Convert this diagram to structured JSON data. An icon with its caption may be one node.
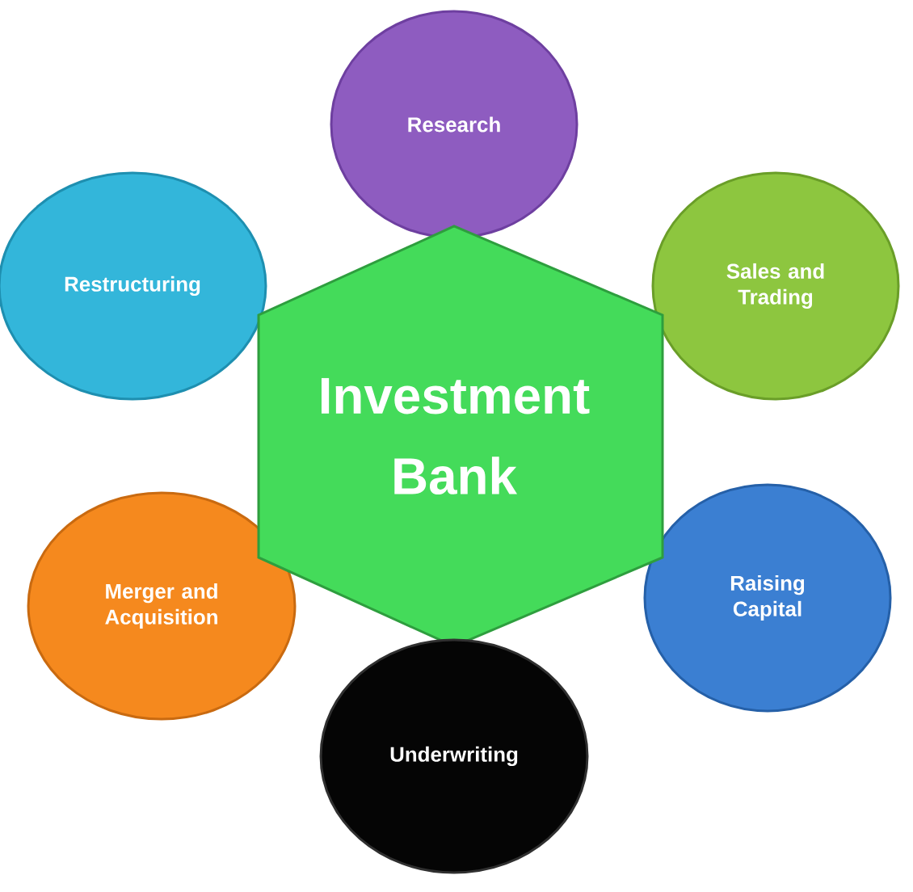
{
  "diagram": {
    "nodes": [
      {
        "text": [
          "Investment Bank"
        ]
      },
      {
        "text": [
          "Research"
        ]
      },
      {
        "text": [
          "Restructuring"
        ]
      },
      {
        "text": [
          "Sales and Trading"
        ]
      },
      {
        "text": [
          "Merger and Acquisition"
        ]
      },
      {
        "text": [
          "Raising Capital"
        ]
      },
      {
        "text": [
          "Underwriting"
        ]
      }
    ]
  }
}
